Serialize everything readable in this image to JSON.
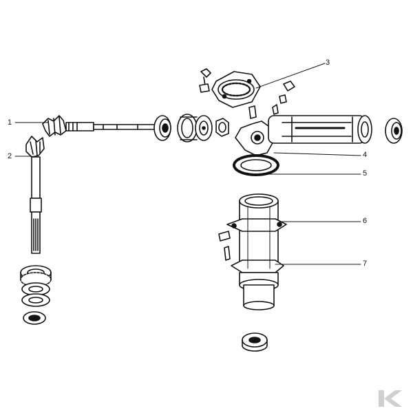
{
  "diagram": {
    "callouts": [
      {
        "id": "1",
        "label": "1"
      },
      {
        "id": "2",
        "label": "2"
      },
      {
        "id": "3",
        "label": "3"
      },
      {
        "id": "4",
        "label": "4"
      },
      {
        "id": "5",
        "label": "5"
      },
      {
        "id": "6",
        "label": "6"
      },
      {
        "id": "7",
        "label": "7"
      }
    ]
  },
  "logo": {
    "text": "K"
  },
  "colors": {
    "ink": "#111111",
    "background": "#ffffff",
    "logo": "#cfcfcf"
  }
}
